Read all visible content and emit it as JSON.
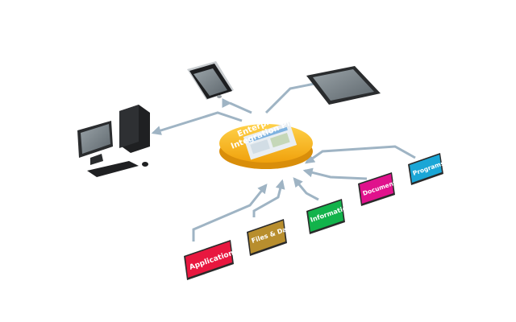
{
  "hub": {
    "title_line1": "Enterprise",
    "title_line2": "Integration Platform",
    "color": "#f6b417"
  },
  "sources": [
    {
      "id": "applications",
      "label": "Applications",
      "color": "#e8173f"
    },
    {
      "id": "files-data",
      "label": "Files & Data",
      "color": "#b88e2e"
    },
    {
      "id": "information",
      "label": "Information",
      "color": "#12b34b"
    },
    {
      "id": "documents",
      "label": "Documents",
      "color": "#e0128c"
    },
    {
      "id": "programs",
      "label": "Programs",
      "color": "#1aa6d6"
    }
  ],
  "destinations": [
    {
      "id": "desktop-computer",
      "icon": "desktop-computer-icon"
    },
    {
      "id": "smartphone",
      "icon": "smartphone-icon"
    },
    {
      "id": "tablet",
      "icon": "tablet-icon"
    }
  ],
  "connector_color": "#9fb4c4"
}
